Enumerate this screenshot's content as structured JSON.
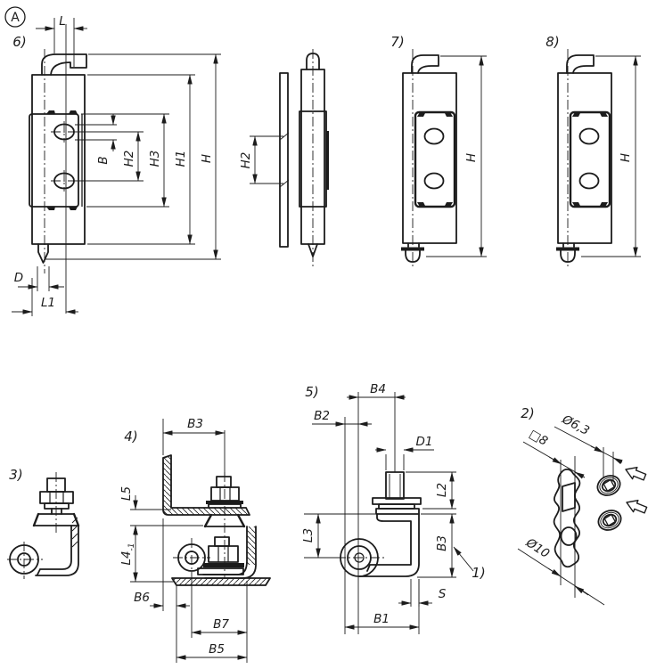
{
  "drawing": {
    "detail_marker": "A",
    "view6": {
      "number": "6)",
      "dim_L": "L",
      "dim_B": "B",
      "dim_H2": "H2",
      "dim_H3": "H3",
      "dim_H1": "H1",
      "dim_H": "H",
      "dim_D": "D",
      "dim_L1": "L1"
    },
    "side_view": {
      "dim_H2": "H2"
    },
    "view7": {
      "number": "7)",
      "dim_H": "H"
    },
    "view8": {
      "number": "8)",
      "dim_H": "H"
    },
    "view3": {
      "number": "3)"
    },
    "view4": {
      "number": "4)",
      "dim_B3": "B3",
      "dim_L5": "L5",
      "dim_L4": "L4",
      "dim_L4_tol": "-1",
      "dim_B6": "B6",
      "dim_B7": "B7",
      "dim_B5": "B5"
    },
    "view5": {
      "number": "5)",
      "dim_B4": "B4",
      "dim_B2": "B2",
      "dim_D1": "D1",
      "dim_L2": "L2",
      "dim_L3": "L3",
      "dim_B3": "B3",
      "dim_S": "S",
      "dim_B1": "B1",
      "callout_1": "1)"
    },
    "view2": {
      "number": "2)",
      "dim_d1": "Ø6,3",
      "dim_sq": "□8",
      "dim_d2": "Ø10"
    }
  }
}
